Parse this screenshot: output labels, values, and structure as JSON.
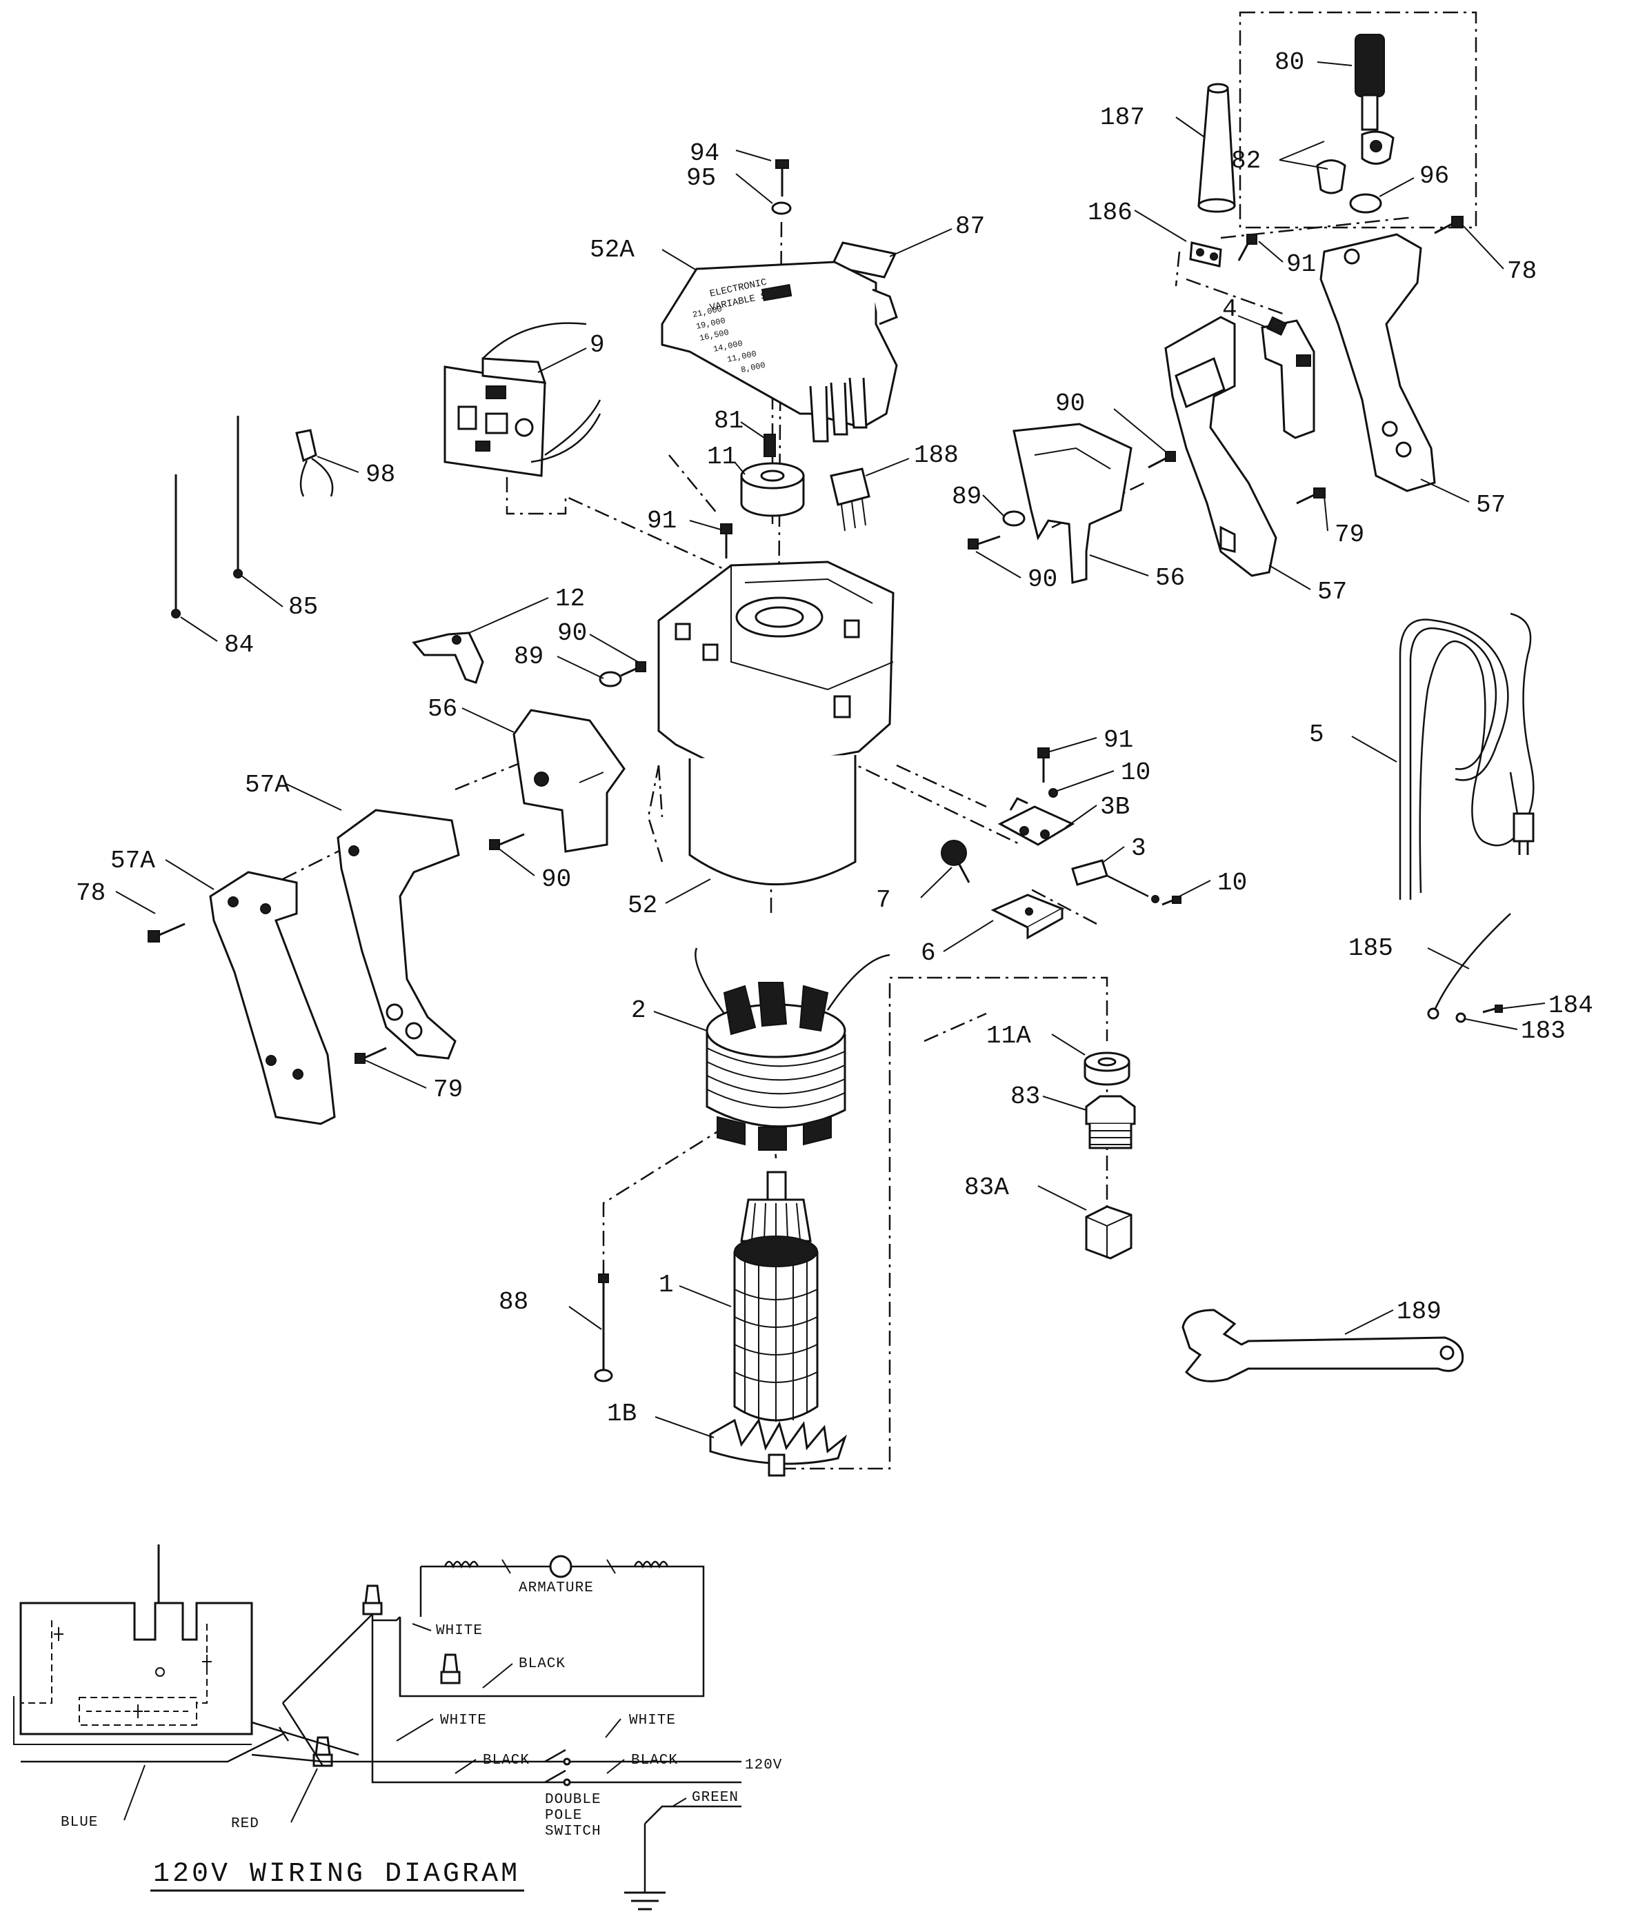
{
  "labels": {
    "80": "80",
    "82": "82",
    "96": "96",
    "187": "187",
    "94": "94",
    "95": "95",
    "87": "87",
    "52A": "52A",
    "186": "186",
    "91a": "91",
    "78a": "78",
    "4": "4",
    "9": "9",
    "98": "98",
    "81": "81",
    "11": "11",
    "188": "188",
    "90a": "90",
    "89a": "89",
    "90b": "90",
    "56a": "56",
    "57a": "57",
    "57b": "57",
    "79a": "79",
    "85": "85",
    "84": "84",
    "91b": "91",
    "12": "12",
    "90c": "90",
    "89b": "89",
    "56b": "56",
    "57Aa": "57A",
    "57Ab": "57A",
    "78b": "78",
    "90d": "90",
    "52": "52",
    "91c": "91",
    "10a": "10",
    "3B": "3B",
    "3": "3",
    "10b": "10",
    "7": "7",
    "6": "6",
    "5": "5",
    "185": "185",
    "184": "184",
    "183": "183",
    "2": "2",
    "11A": "11A",
    "83": "83",
    "83A": "83A",
    "79b": "79",
    "88": "88",
    "1": "1",
    "1B": "1B",
    "189": "189"
  },
  "wiring": {
    "title": "120V WIRING DIAGRAM",
    "armature": "ARMATURE",
    "white1": "WHITE",
    "black1": "BLACK",
    "white2": "WHITE",
    "white3": "WHITE",
    "black2": "BLACK",
    "black3": "BLACK",
    "voltage": "120V",
    "green": "GREEN",
    "switch1": "DOUBLE",
    "switch2": "POLE",
    "switch3": "SWITCH",
    "blue": "BLUE",
    "red": "RED"
  },
  "cover_text": [
    "ELECTRONIC",
    "VARIABLE SPEED",
    "21,000",
    "19,000",
    "16,500",
    "14,000",
    "11,000",
    "8,000"
  ]
}
